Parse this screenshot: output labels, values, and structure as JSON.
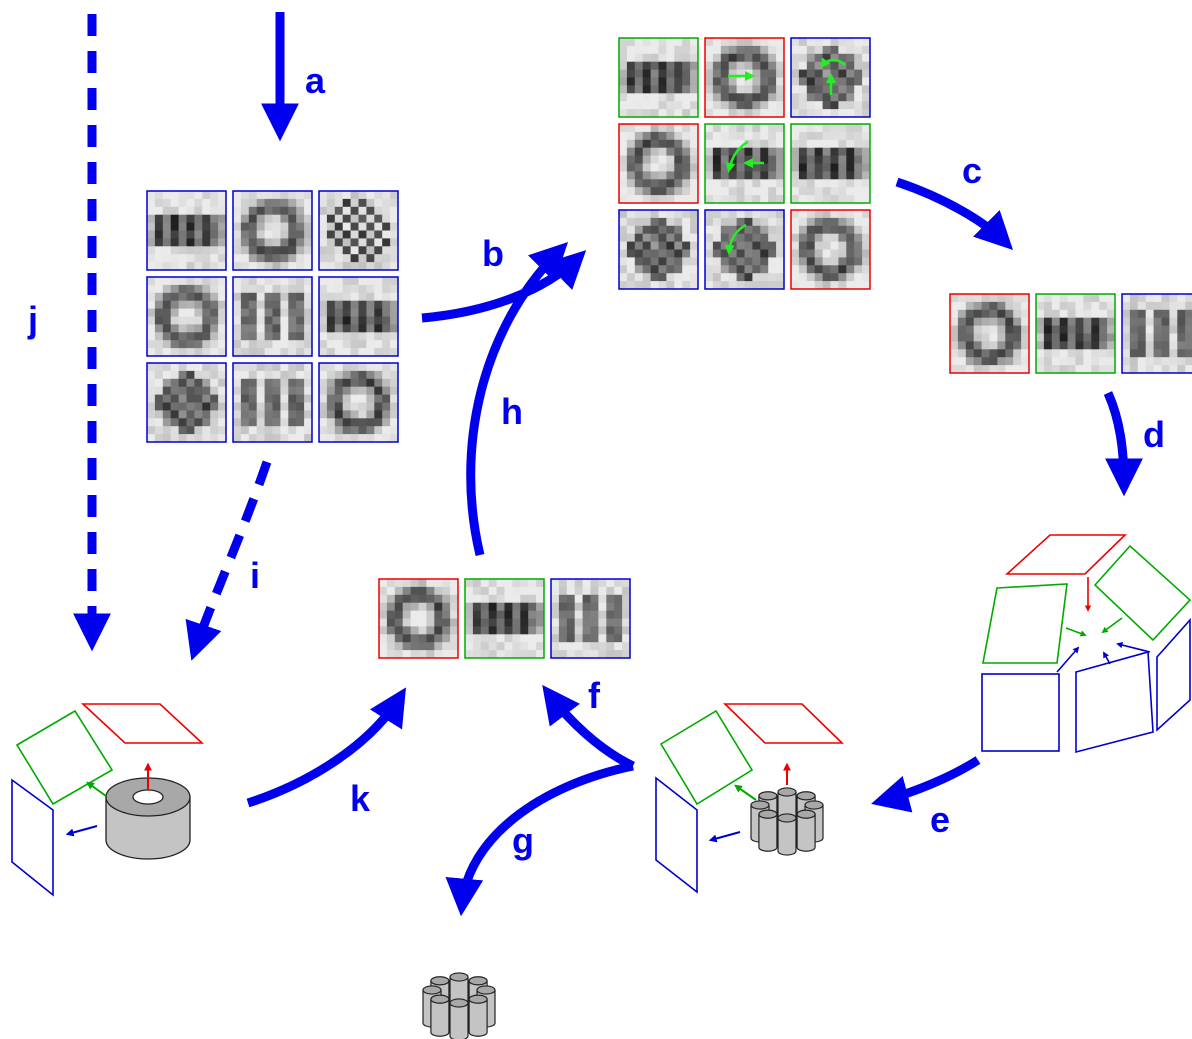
{
  "colors": {
    "arrow": "#0000ee",
    "red": "#ee0000",
    "green": "#00aa00",
    "blue": "#0000cc",
    "rotation_arrow": "#22ee22",
    "cylinder_top": "#a8a8a8",
    "cylinder_side": "#c4c4c4"
  },
  "labels": {
    "a": "a",
    "b": "b",
    "c": "c",
    "d": "d",
    "e": "e",
    "f": "f",
    "g": "g",
    "h": "h",
    "i": "i",
    "j": "j",
    "k": "k"
  },
  "image_classes": [
    "stripe",
    "ring",
    "checker",
    "ring",
    "vstripe",
    "stripe",
    "blotch",
    "vstripe",
    "ring"
  ],
  "aligned_classes": [
    "stripe",
    "ring",
    "blotch",
    "ring",
    "stripe",
    "stripe",
    "blotch",
    "blotch",
    "ring"
  ],
  "aligned_frames": [
    "green",
    "red",
    "blue",
    "red",
    "green",
    "green",
    "blue",
    "blue",
    "red"
  ],
  "class_averages_top": [
    "ring",
    "stripe",
    "vstripe"
  ],
  "class_averages_mid": [
    "ring",
    "stripe",
    "vstripe"
  ],
  "icons": [
    "projection-plane-icon",
    "cylinder-icon",
    "barrel-icon"
  ]
}
